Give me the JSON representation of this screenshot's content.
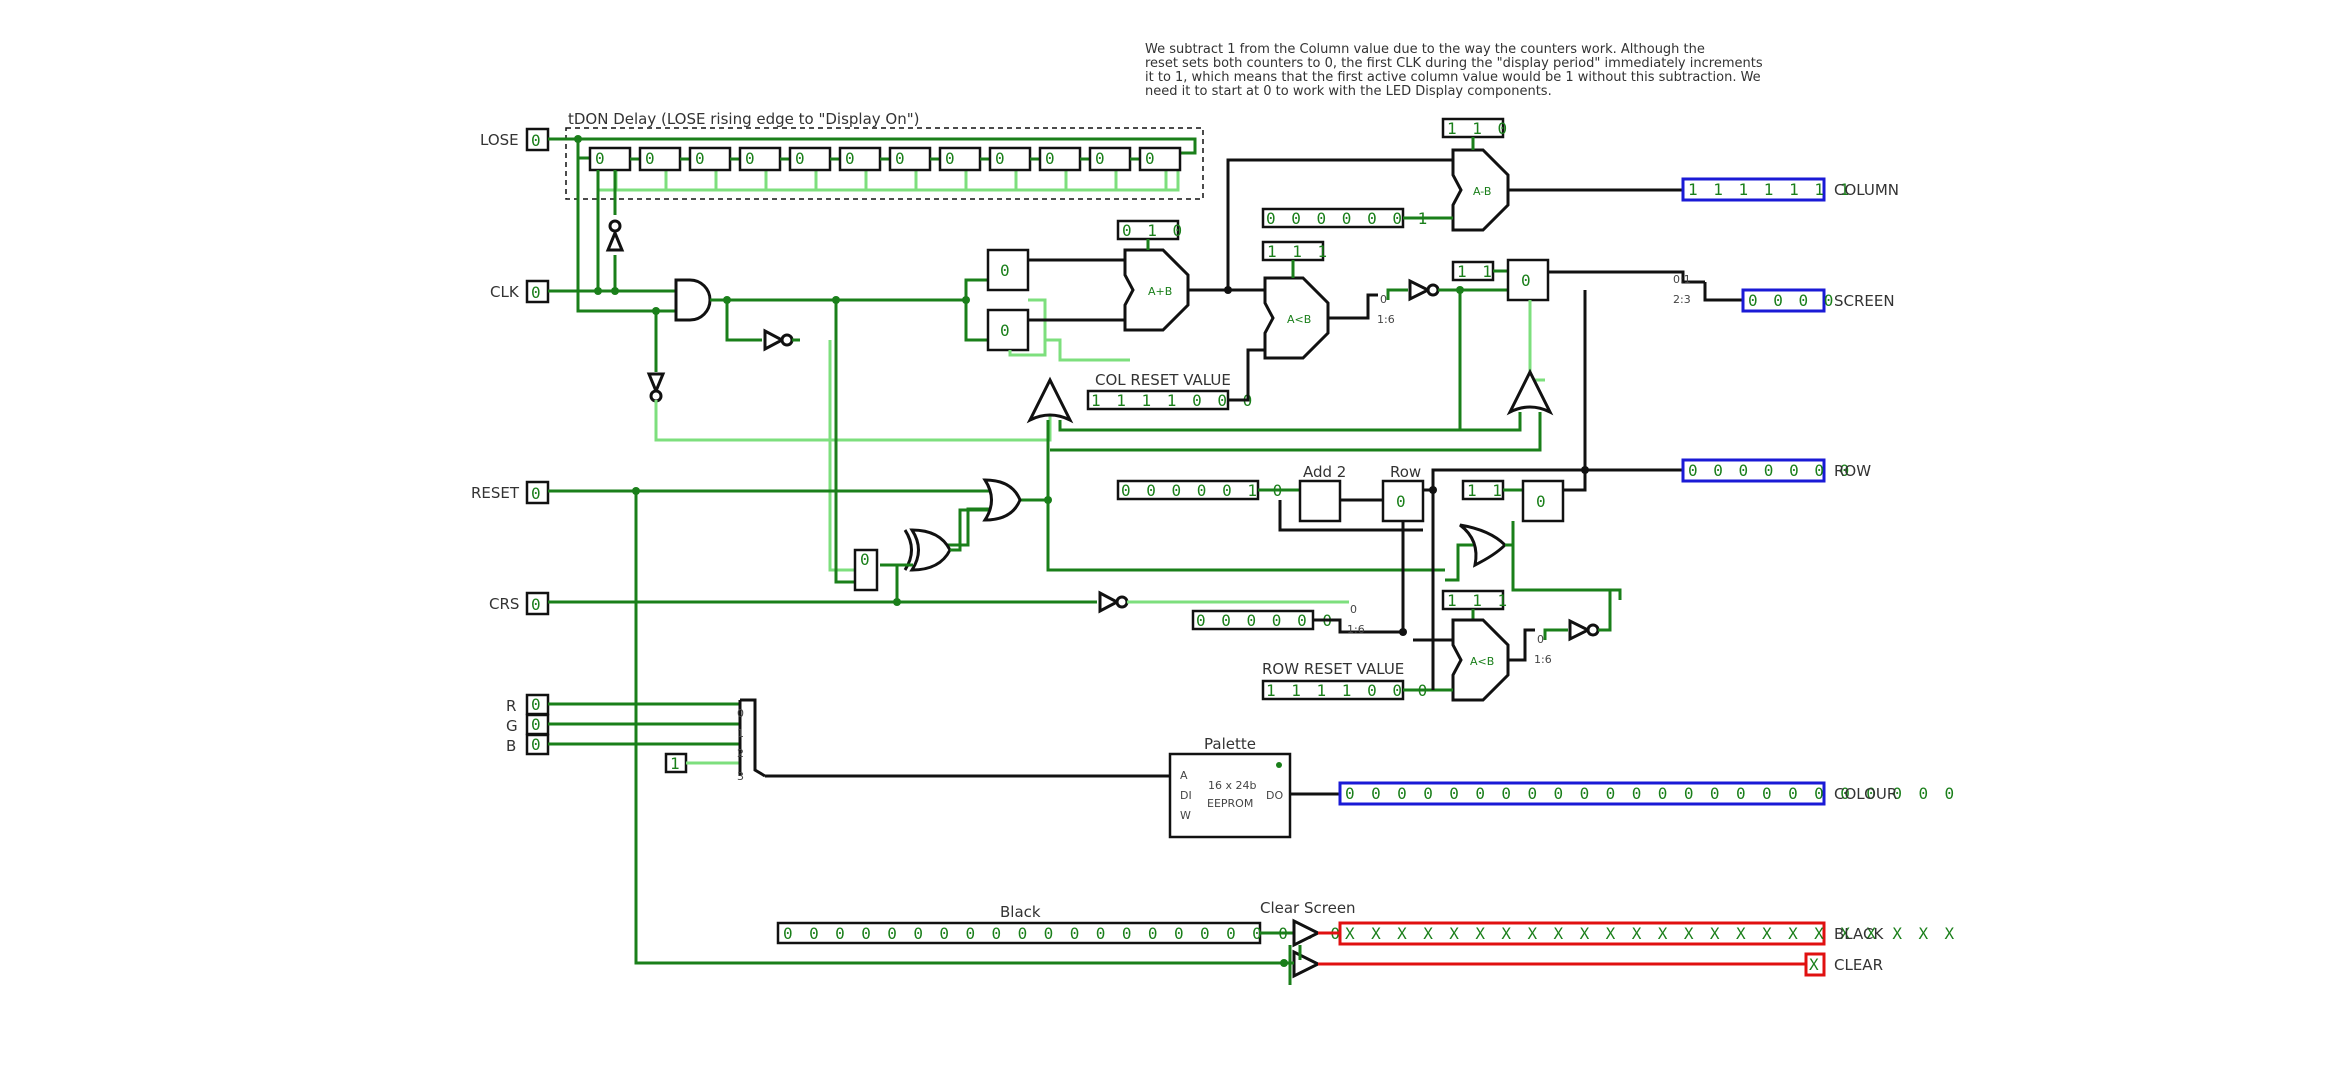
{
  "note": {
    "lines": [
      "We subtract 1 from the Column value due to the way the counters work. Although the",
      "reset sets both counters to 0, the first CLK during the \"display period\" immediately increments",
      "it to 1, which means that the first active column value would be 1 without this subtraction. We",
      "need it to start at 0 to work with the LED Display components."
    ]
  },
  "inputs": {
    "lose": {
      "label": "LOSE",
      "value": "0"
    },
    "clk": {
      "label": "CLK",
      "value": "0"
    },
    "reset": {
      "label": "RESET",
      "value": "0"
    },
    "crs": {
      "label": "CRS",
      "value": "0"
    },
    "r": {
      "label": "R",
      "value": "0"
    },
    "g": {
      "label": "G",
      "value": "0"
    },
    "b": {
      "label": "B",
      "value": "0"
    }
  },
  "delay": {
    "label": "tDON Delay (LOSE rising edge to \"Display On\")",
    "register_value": "0"
  },
  "constants": {
    "c110": "1 1 0",
    "c010": "0 1 0",
    "c111_top": "1 1 1",
    "c11_screen": "1 1",
    "c11_row": "1 1",
    "c111_row": "1 1 1",
    "col_sub": "0 0 0 0 0 0 1",
    "col_reset": "1 1 1 1 0 0 0",
    "row_add": "0 0 0 0 0 1 0",
    "row_zero": "0 0 0 0 0 0",
    "row_reset": "1 1 1 1 0 0 0",
    "black": "0 0 0 0 0 0 0 0 0 0 0 0 0 0 0 0 0 0 0 0 0 0 0 0",
    "palette_bit": "1",
    "crs_reg": "0",
    "col_reg_a": "0",
    "col_reg_b": "0",
    "screen_reg": "0",
    "row_reg": "0",
    "row_reg2": "0"
  },
  "labels": {
    "col_reset": "COL RESET VALUE",
    "row_reset": "ROW RESET VALUE",
    "add2": "Add 2",
    "row": "Row",
    "palette": "Palette",
    "black": "Black",
    "clear_screen": "Clear Screen",
    "palette_size": "16 x 24b",
    "palette_type": "EEPROM",
    "palette_a": "A",
    "palette_di": "DI",
    "palette_w": "W",
    "palette_do": "DO",
    "cmp_sub": "A-B",
    "cmp_add": "A+B",
    "cmp_lt": "A<B",
    "split_0": "0",
    "split_16": "1:6",
    "split_01": "0:1",
    "split_23": "2:3",
    "rgb_0": "0",
    "rgb_1": "1",
    "rgb_2": "2",
    "rgb_3": "3"
  },
  "outputs": {
    "column": {
      "label": "COLUMN",
      "value": "1 1 1 1 1 1 1",
      "color": "#1a1ad6"
    },
    "screen": {
      "label": "SCREEN",
      "value": "0 0 0 0",
      "color": "#1a1ad6"
    },
    "row": {
      "label": "ROW",
      "value": "0 0 0 0 0 0 0",
      "color": "#1a1ad6"
    },
    "colour": {
      "label": "COLOUR",
      "value": "0 0 0 0 0 0 0 0 0 0 0 0 0 0 0 0 0 0 0 0 0 0 0 0",
      "color": "#1a1ad6"
    },
    "black": {
      "label": "BLACK",
      "value": "X X X X X X X X X X X X X X X X X X X X X X X X",
      "color": "#e01010"
    },
    "clear": {
      "label": "CLEAR",
      "value": "X",
      "color": "#e01010"
    }
  },
  "colors": {
    "wire_on": "#1a7f1a",
    "wire_low": "#7ddf7d",
    "wire_bus": "#111111",
    "wire_error": "#e01010",
    "output_border": "#1a1ad6"
  }
}
